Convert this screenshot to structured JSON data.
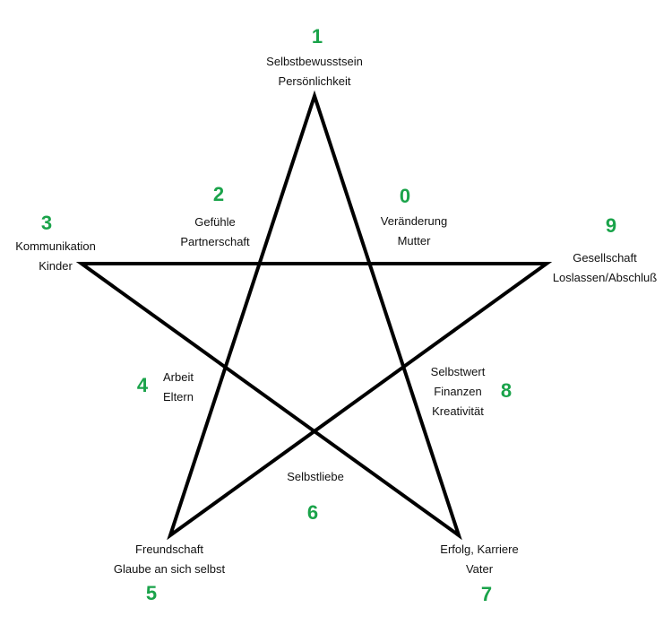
{
  "colors": {
    "number": "#1aa34a",
    "line": "#000000",
    "text": "#111111",
    "background": "#ffffff"
  },
  "positions": [
    {
      "number": "1",
      "lines": [
        "Selbstbewusstsein",
        "Persönlichkeit"
      ]
    },
    {
      "number": "2",
      "lines": [
        "Gefühle",
        "Partnerschaft"
      ]
    },
    {
      "number": "0",
      "lines": [
        "Veränderung",
        "Mutter"
      ]
    },
    {
      "number": "3",
      "lines": [
        "Kommunikation",
        "Kinder"
      ]
    },
    {
      "number": "9",
      "lines": [
        "Gesellschaft",
        "Loslassen/Abschluß"
      ]
    },
    {
      "number": "4",
      "lines": [
        "Arbeit",
        "Eltern"
      ]
    },
    {
      "number": "8",
      "lines": [
        "Selbstwert",
        "Finanzen",
        "Kreativität"
      ]
    },
    {
      "number": "6",
      "lines": [
        "Selbstliebe"
      ]
    },
    {
      "number": "5",
      "lines": [
        "Freundschaft",
        "Glaube an sich selbst"
      ]
    },
    {
      "number": "7",
      "lines": [
        "Erfolg, Karriere",
        "Vater"
      ]
    }
  ]
}
